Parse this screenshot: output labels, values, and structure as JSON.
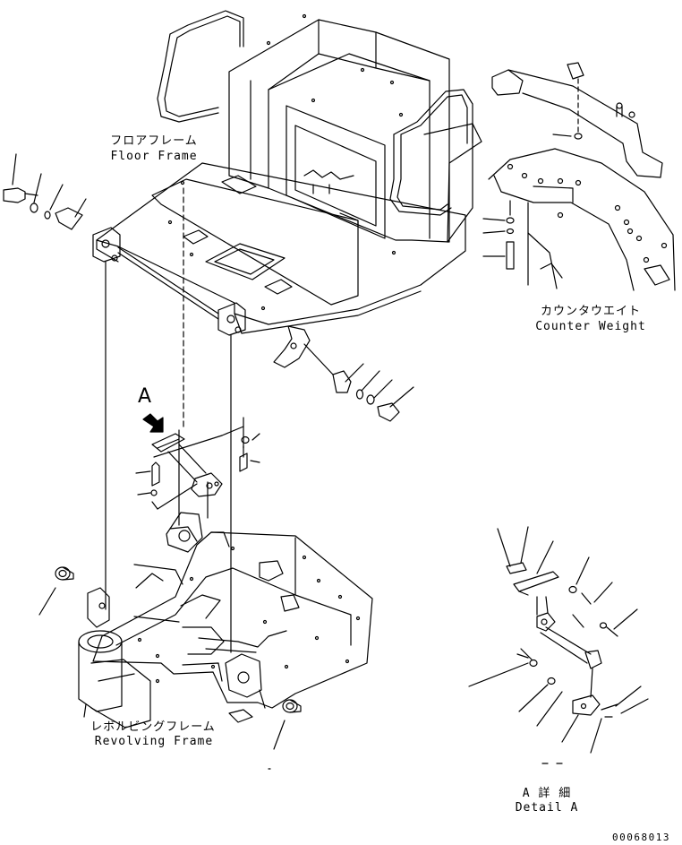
{
  "labels": {
    "floor_frame_jp": "フロアフレーム",
    "floor_frame_en": "Floor Frame",
    "counter_weight_jp": "カウンタウエイト",
    "counter_weight_en": "Counter Weight",
    "revolving_frame_jp": "レボルビングフレーム",
    "revolving_frame_en": "Revolving Frame",
    "detail_jp": "A 詳 細",
    "detail_en": "Detail A",
    "view_marker": "A"
  },
  "drawing_number": "00068013",
  "colors": {
    "ink": "#000000",
    "paper": "#ffffff"
  }
}
